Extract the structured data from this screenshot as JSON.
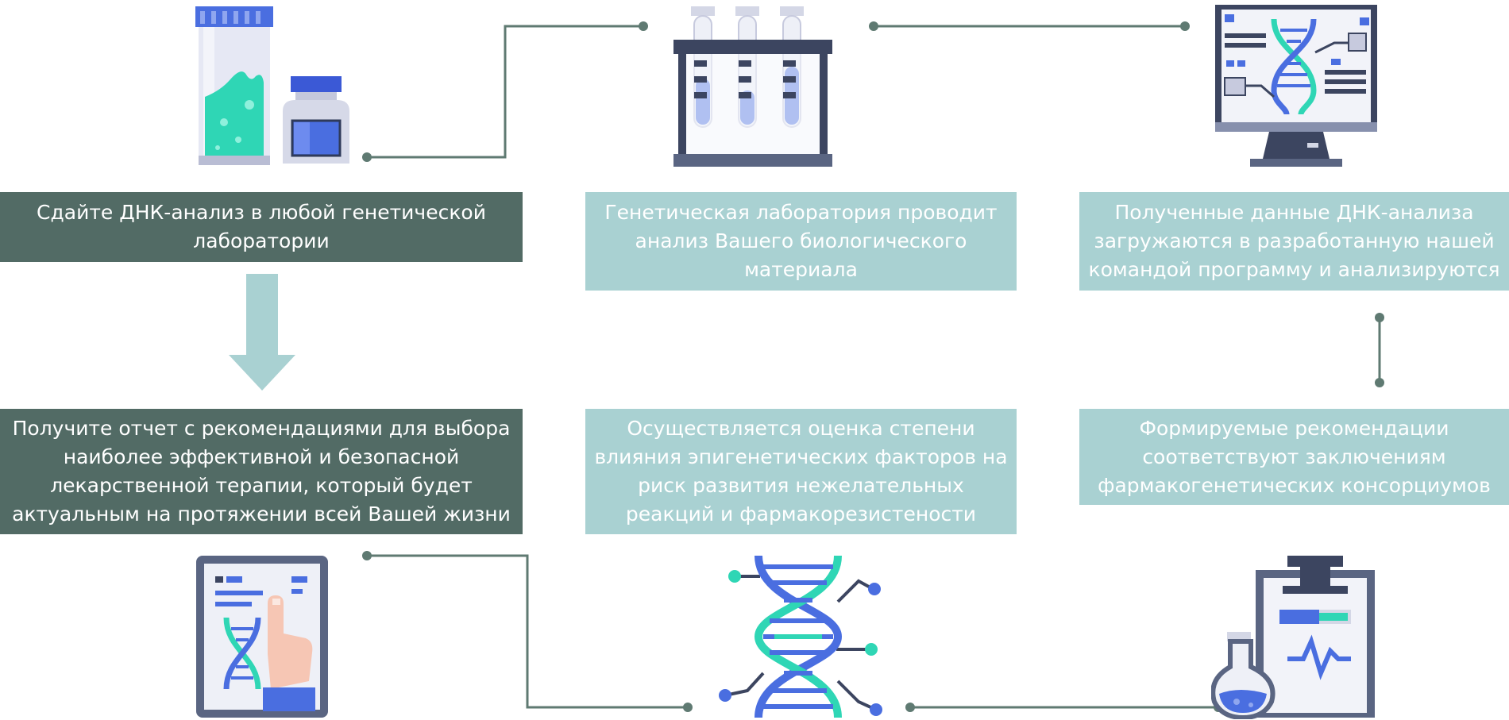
{
  "steps": [
    {
      "text": "Сдайте ДНК-анализ в любой генетической лаборатории"
    },
    {
      "text": "Генетическая лаборатория проводит анализ Вашего биологического материала"
    },
    {
      "text": "Полученные данные ДНК-анализа загружаются в разработанную нашей командой программу и анализируются"
    },
    {
      "text": "Формируемые рекомендации соответствуют заключениям фармакогенетических консорциумов"
    },
    {
      "text": "Осуществляется оценка степени влияния эпигенетических факторов на риск развития нежелательных реакций и фармакорезистености"
    },
    {
      "text": "Получите отчет с рекомендациями для выбора наиболее эффективной и безопасной лекарственной терапии, который будет актуальным на протяжении всей Вашей жизни"
    }
  ],
  "icons": [
    "sample-bottles-icon",
    "test-tube-rack-icon",
    "dna-monitor-icon",
    "dna-tablet-icon",
    "dna-helix-icon",
    "clipboard-flask-icon"
  ],
  "colors": {
    "dark_box": "#526b65",
    "light_box": "#a9d1d2",
    "connector": "#5f7a72",
    "arrow": "#a9d1d2"
  }
}
